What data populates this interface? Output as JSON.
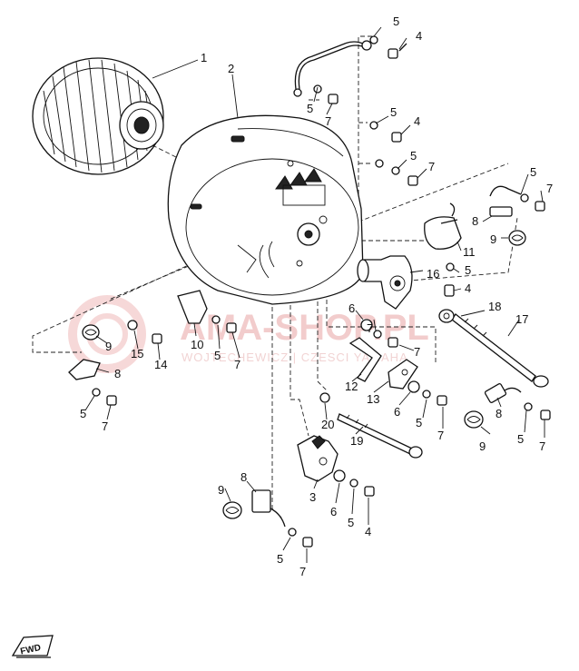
{
  "watermark": {
    "line1": "AMA-SHOP.PL",
    "line2": "WOJTECHEWICZ  |  CZESCI YAMAHA"
  },
  "fwd_label": "FWD",
  "callouts": [
    {
      "id": "c1",
      "label": "1"
    },
    {
      "id": "c2",
      "label": "2"
    },
    {
      "id": "c3",
      "label": "3"
    },
    {
      "id": "c4a",
      "label": "4"
    },
    {
      "id": "c4b",
      "label": "4"
    },
    {
      "id": "c4c",
      "label": "4"
    },
    {
      "id": "c4d",
      "label": "4"
    },
    {
      "id": "c5a",
      "label": "5"
    },
    {
      "id": "c5b",
      "label": "5"
    },
    {
      "id": "c5c",
      "label": "5"
    },
    {
      "id": "c5d",
      "label": "5"
    },
    {
      "id": "c5e",
      "label": "5"
    },
    {
      "id": "c5f",
      "label": "5"
    },
    {
      "id": "c5g",
      "label": "5"
    },
    {
      "id": "c5h",
      "label": "5"
    },
    {
      "id": "c5i",
      "label": "5"
    },
    {
      "id": "c5j",
      "label": "5"
    },
    {
      "id": "c5k",
      "label": "5"
    },
    {
      "id": "c5l",
      "label": "5"
    },
    {
      "id": "c6a",
      "label": "6"
    },
    {
      "id": "c6b",
      "label": "6"
    },
    {
      "id": "c6c",
      "label": "6"
    },
    {
      "id": "c7a",
      "label": "7"
    },
    {
      "id": "c7b",
      "label": "7"
    },
    {
      "id": "c7c",
      "label": "7"
    },
    {
      "id": "c7d",
      "label": "7"
    },
    {
      "id": "c7e",
      "label": "7"
    },
    {
      "id": "c7f",
      "label": "7"
    },
    {
      "id": "c7g",
      "label": "7"
    },
    {
      "id": "c7h",
      "label": "7"
    },
    {
      "id": "c7i",
      "label": "7"
    },
    {
      "id": "c7j",
      "label": "7"
    },
    {
      "id": "c8a",
      "label": "8"
    },
    {
      "id": "c8b",
      "label": "8"
    },
    {
      "id": "c8c",
      "label": "8"
    },
    {
      "id": "c8d",
      "label": "8"
    },
    {
      "id": "c9a",
      "label": "9"
    },
    {
      "id": "c9b",
      "label": "9"
    },
    {
      "id": "c9c",
      "label": "9"
    },
    {
      "id": "c9d",
      "label": "9"
    },
    {
      "id": "c10",
      "label": "10"
    },
    {
      "id": "c11",
      "label": "11"
    },
    {
      "id": "c12",
      "label": "12"
    },
    {
      "id": "c13",
      "label": "13"
    },
    {
      "id": "c14",
      "label": "14"
    },
    {
      "id": "c15",
      "label": "15"
    },
    {
      "id": "c16",
      "label": "16"
    },
    {
      "id": "c17",
      "label": "17"
    },
    {
      "id": "c18",
      "label": "18"
    },
    {
      "id": "c19",
      "label": "19"
    },
    {
      "id": "c20",
      "label": "20"
    }
  ]
}
